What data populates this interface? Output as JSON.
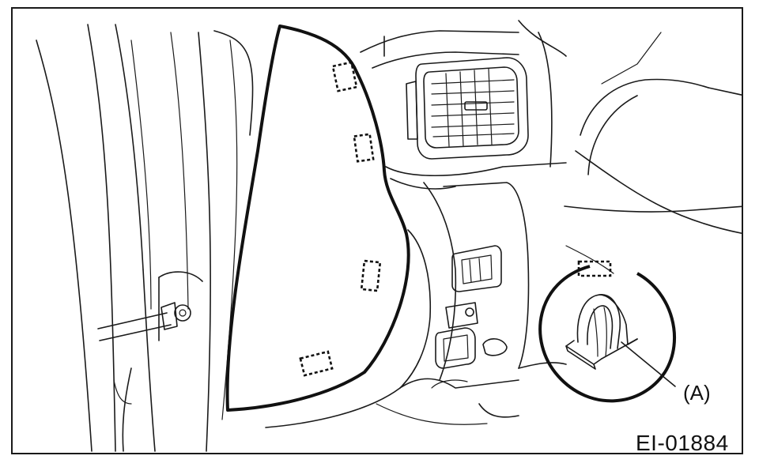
{
  "figure": {
    "callout_label": "(A)",
    "figure_id": "EI-01884"
  },
  "parts": {
    "trim_panel": "trim-panel",
    "clip": "clip",
    "air_vent": "air-vent",
    "door_check_strap": "door-check-strap"
  },
  "colors": {
    "ink": "#1a1a1a",
    "background": "#ffffff"
  }
}
